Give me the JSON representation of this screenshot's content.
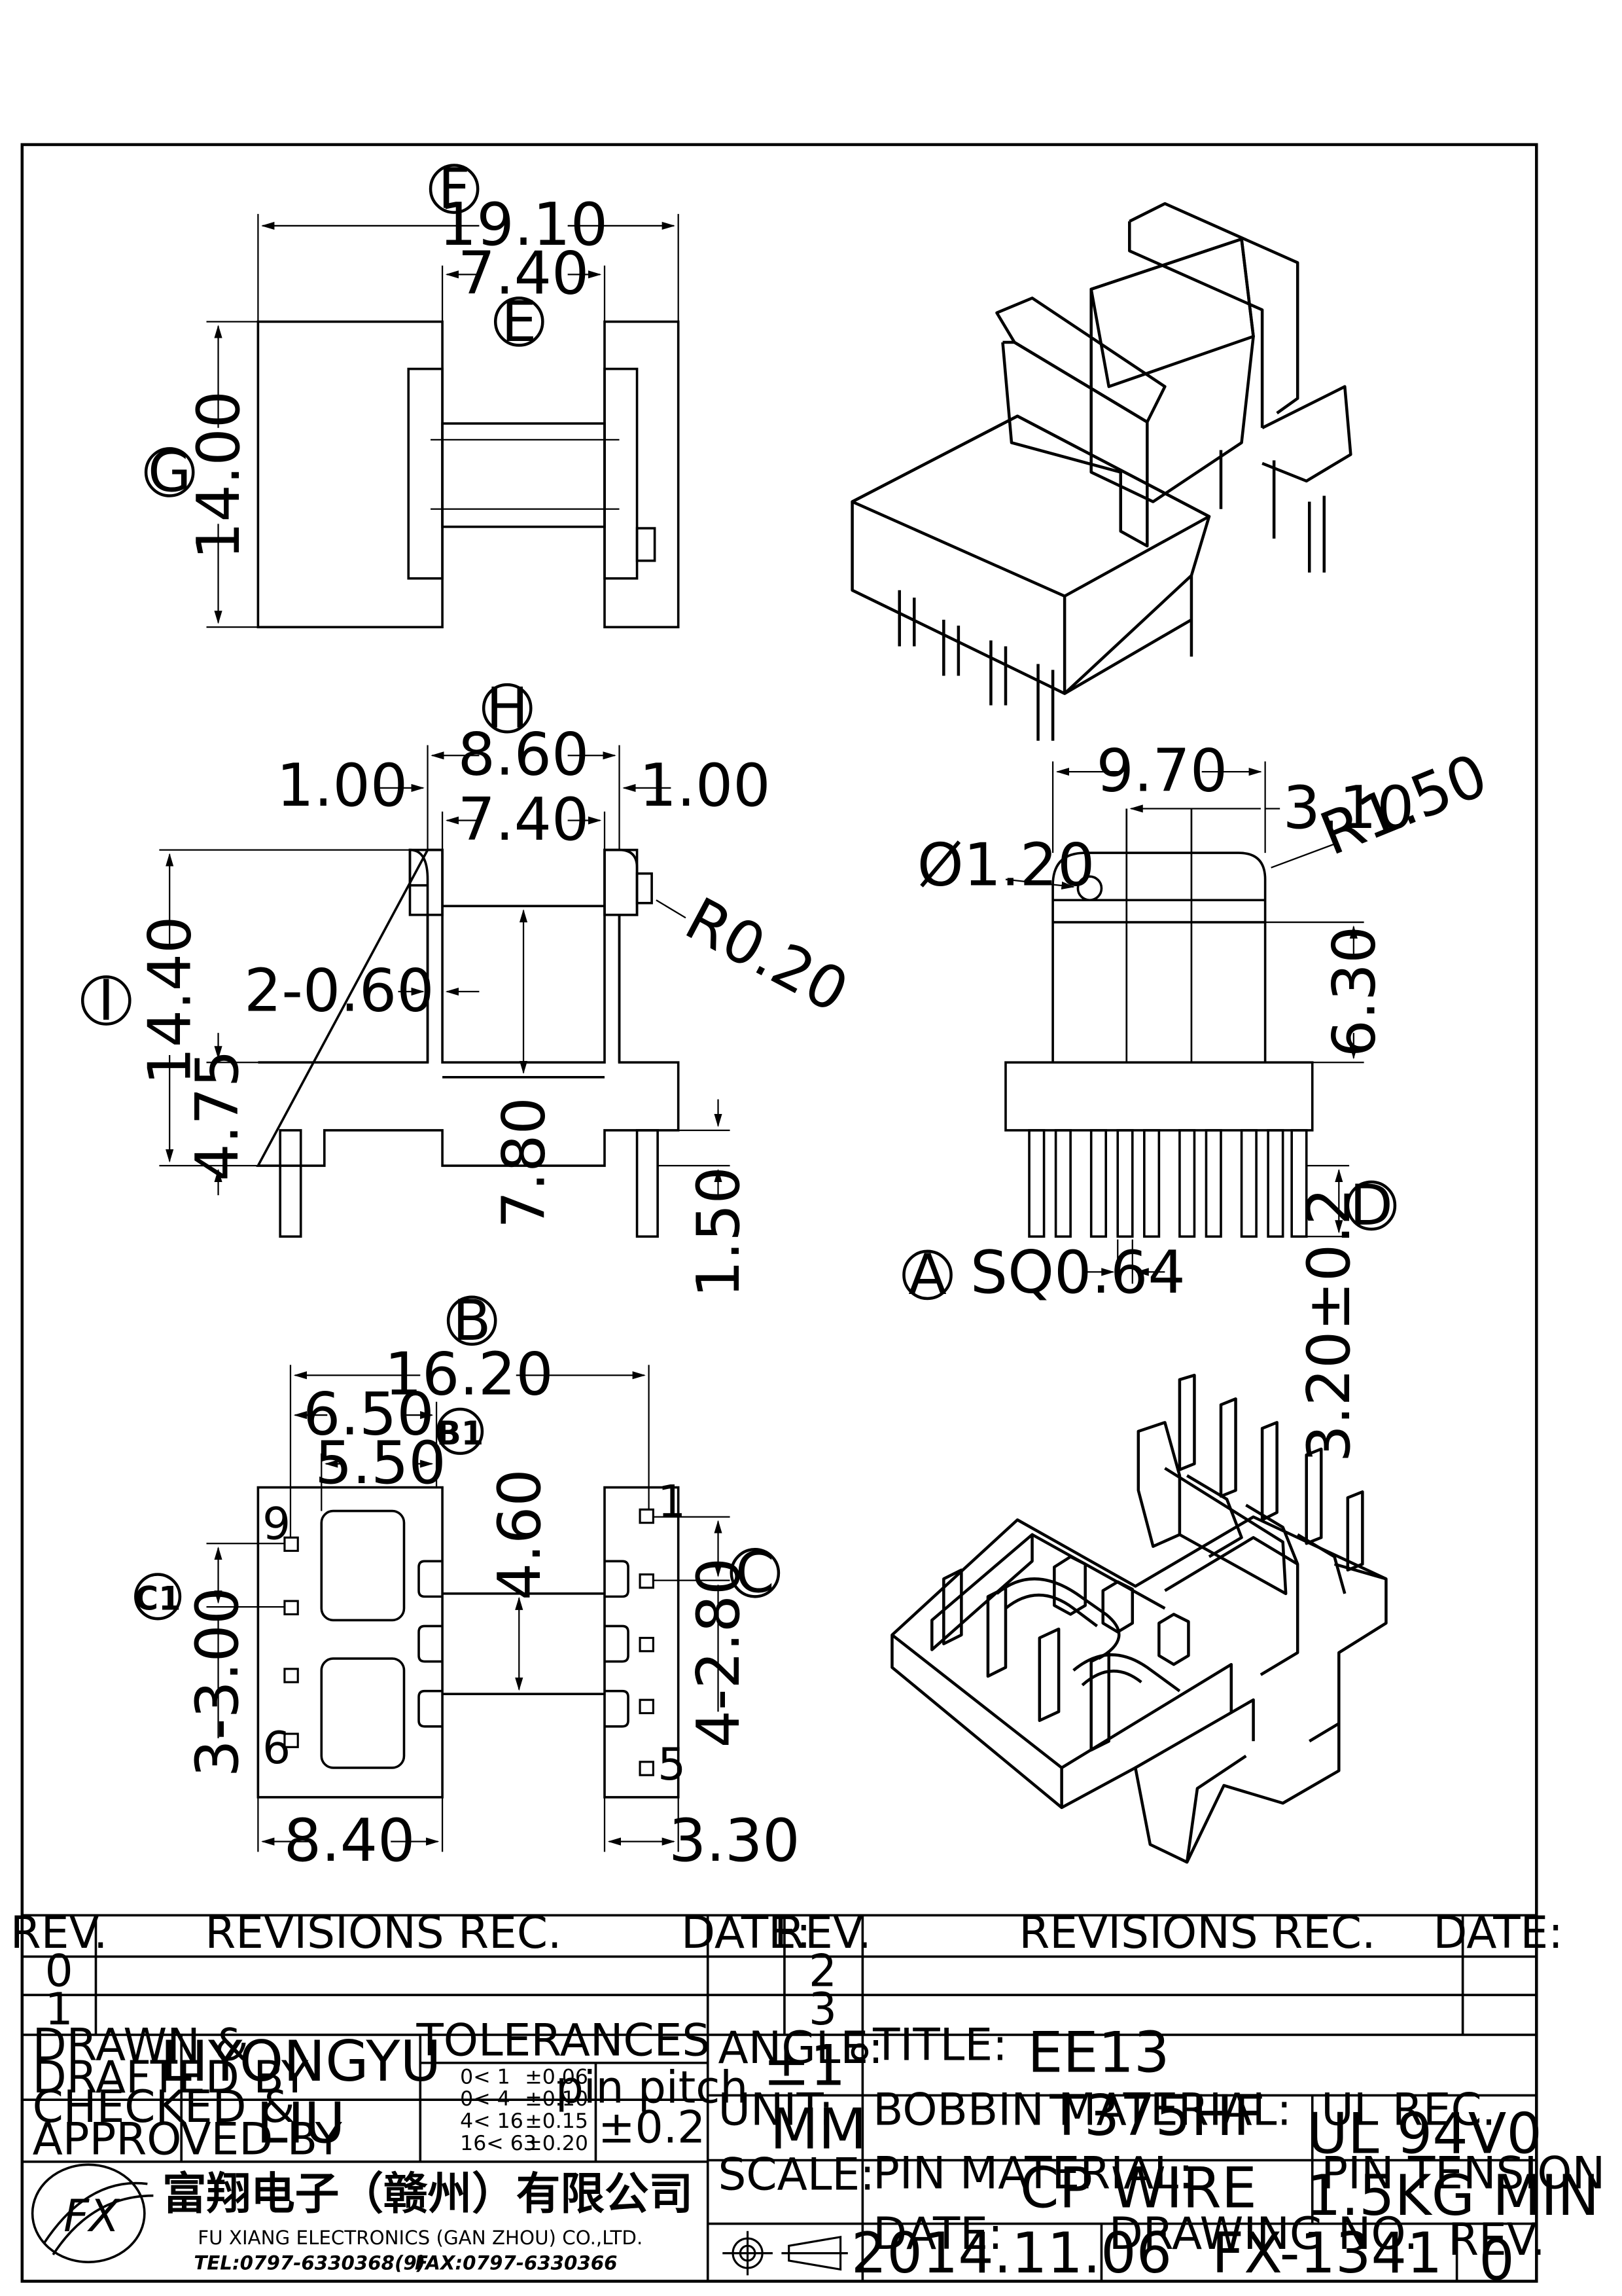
{
  "views": {
    "top": {
      "letters": {
        "F": "F",
        "E": "E",
        "G": "G"
      },
      "dims": {
        "width_total": "19.10",
        "window": "7.40",
        "height": "14.00"
      }
    },
    "front": {
      "letters": {
        "H": "H",
        "I": "I"
      },
      "dims": {
        "flange_outer": "8.60",
        "flange_thk_left": "1.00",
        "flange_thk_right": "1.00",
        "window": "7.40",
        "radius": "R0.20",
        "wall": "2-0.60",
        "height_total": "14.40",
        "base_height": "4.75",
        "core_height": "7.80",
        "pin_len": "1.50"
      }
    },
    "side": {
      "letters": {
        "A": "A",
        "D": "D"
      },
      "dims": {
        "width": "9.70",
        "half": "3.10",
        "radius": "R1.50",
        "hole": "Ø1.20",
        "height": "6.30",
        "pin_sq": "SQ0.64",
        "pin_len": "3.20±0.2"
      }
    },
    "bottom": {
      "letters": {
        "B": "B",
        "B1": "B1",
        "C": "C",
        "C1": "C1"
      },
      "dims": {
        "total": "16.20",
        "p1": "6.50",
        "p2": "5.50",
        "inner": "4.60",
        "left_w": "8.40",
        "right_w": "3.30",
        "pitch_left": "3-3.00",
        "pitch_right": "4-2.80"
      },
      "pins": {
        "p9": "9",
        "p6": "6",
        "p1": "1",
        "p5": "5"
      }
    }
  },
  "title_block": {
    "rev_header": {
      "rev": "REV.",
      "revisions": "REVISIONS   REC.",
      "date": "DATE:"
    },
    "rev_rows": {
      "r0": "0",
      "r1": "1",
      "r2": "2",
      "r3": "3"
    },
    "drawn_label": "DRAWN &\nDRAFTED BY",
    "drawn_value": "LIYONGYU",
    "checked_label": "CHECKED &\nAPPROVED BY",
    "checked_value": "LIU",
    "tolerances": {
      "title": "TOLERANCES",
      "rows": [
        {
          "range": "0<   1",
          "tol": "±0.06"
        },
        {
          "range": "0<   4",
          "tol": "±0.10"
        },
        {
          "range": "4<  16",
          "tol": "±0.15"
        },
        {
          "range": "16<  63",
          "tol": "±0.20"
        }
      ],
      "pin_pitch_label": "pin pitch",
      "pin_pitch_value": "±0.2"
    },
    "angle_label": "ANGLE:",
    "angle_value": "±1°",
    "unit_label": "UNIT:",
    "unit_value": "MM",
    "scale_label": "SCALE:",
    "title_label": "TITLE:",
    "title_value": "EE13",
    "bobbin_label": "BOBBIN MATERIAL:",
    "bobbin_value": "T375HF",
    "ul_label": "UL REC.",
    "ul_value": "UL 94V0",
    "pin_material_label": "PIN MATERIAL:",
    "pin_material_value": "CP WIRE",
    "tension_label": "PIN TENSION LOAD:",
    "tension_value": "1.5KG MIN",
    "date_label": "DATE:",
    "date_value": "2014.11.06",
    "drawing_no_label": "DRAWING NO.",
    "drawing_no_value": "FX-1341",
    "rev_label": "REV.",
    "rev_value": "0",
    "company_cn": "富翔电子（赣州）有限公司",
    "company_en": "FU XIANG ELECTRONICS (GAN ZHOU) CO.,LTD.",
    "tel": "TEL:0797-6330368(9)",
    "fax": "FAX:0797-6330366",
    "logo_text": "FX"
  }
}
